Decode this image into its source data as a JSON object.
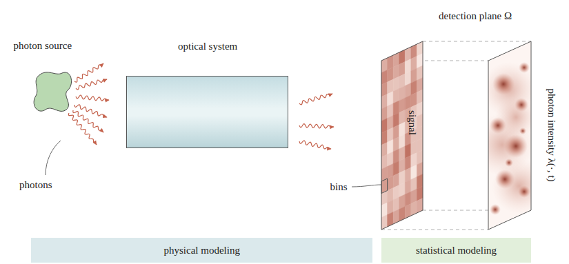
{
  "diagram": {
    "nodes": [
      {
        "text": [
          "photon source"
        ]
      },
      {
        "text": [
          "optical system"
        ]
      },
      {
        "text": [
          "signal"
        ]
      },
      {
        "text": [
          "photon intensity λ(·, t)"
        ]
      },
      {
        "text": [
          "physical modeling"
        ]
      },
      {
        "text": [
          "statistical modeling"
        ]
      }
    ],
    "labels": [
      "detection plane Ω",
      "photons",
      "bins"
    ]
  }
}
